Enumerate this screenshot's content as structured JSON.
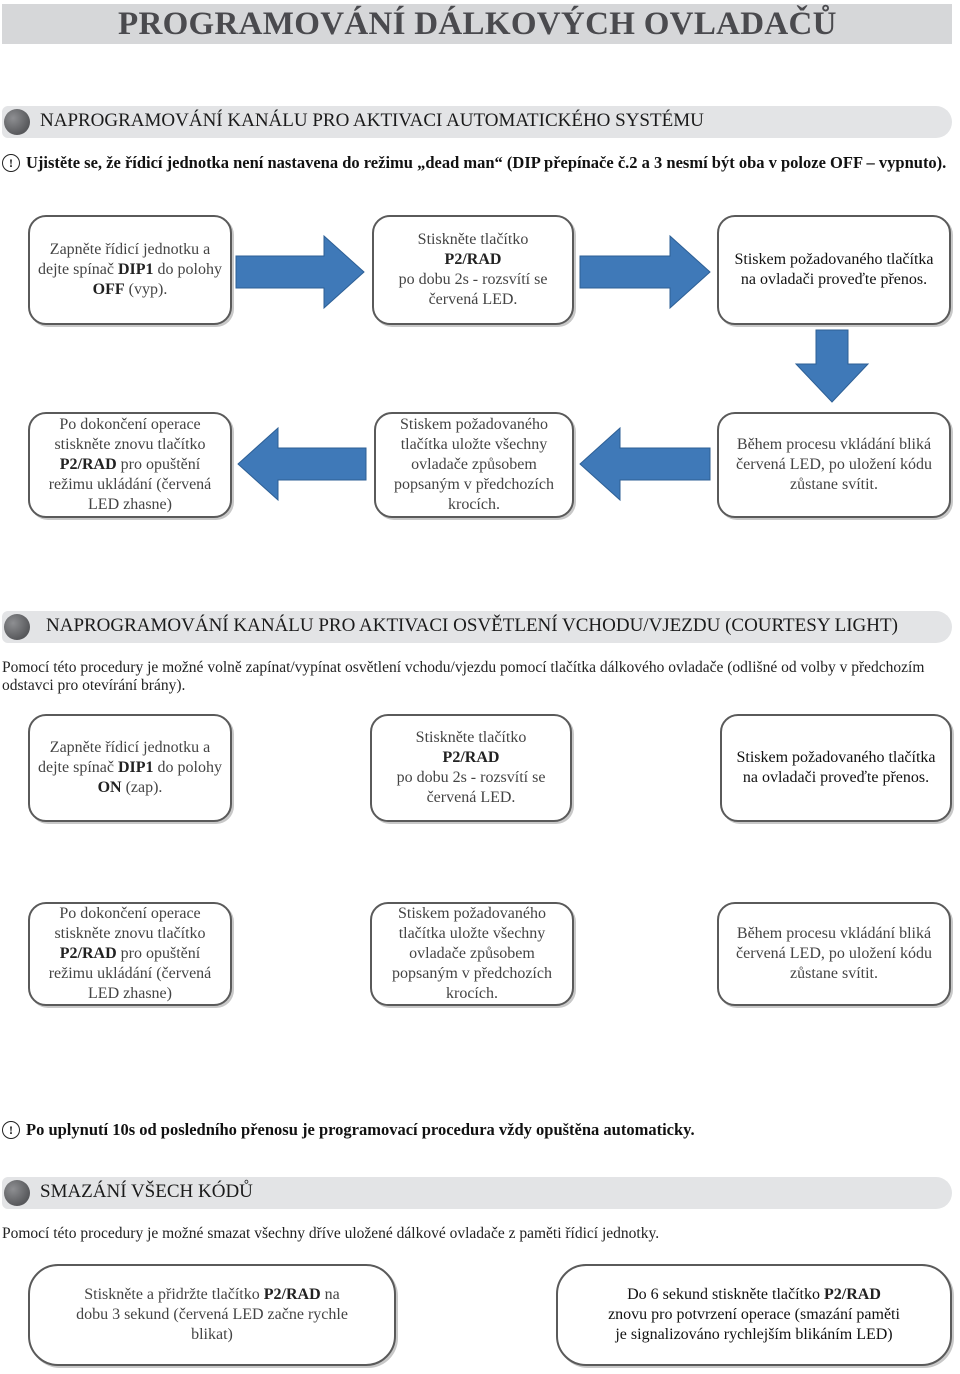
{
  "title": "PROGRAMOVÁNÍ DÁLKOVÝCH OVLADAČŮ",
  "section1": {
    "heading": "NAPROGRAMOVÁNÍ KANÁLU PRO AKTIVACI AUTOMATICKÉHO SYSTÉMU",
    "warning": "Ujistěte se, že řídicí jednotka není nastavena do režimu „dead man“ (DIP přepínače č.2 a 3 nesmí být oba v poloze OFF – vypnuto).",
    "steps": [
      {
        "pre": "Zapněte řídicí jednotku a dejte spínač ",
        "bold": "DIP1",
        "mid": " do polohy ",
        "bold2": "OFF",
        "post": " (vyp)."
      },
      {
        "pre": "Stiskněte tlačítko ",
        "bold": "P2/RAD",
        "post": " po dobu 2s - rozsvítí se červená LED."
      },
      {
        "text": "Stiskem požadovaného tlačítka na ovladači proveďte přenos."
      },
      {
        "text": "Během procesu vkládání bliká červená LED, po uložení kódu zůstane svítit."
      },
      {
        "text": "Stiskem požadovaného tlačítka uložte všechny ovladače způsobem popsaným v předchozích krocích."
      },
      {
        "pre": "Po dokončení operace stiskněte znovu tlačítko ",
        "bold": "P2/RAD",
        "post": " pro opuštění režimu ukládání (červená LED zhasne)"
      }
    ]
  },
  "section2": {
    "heading": "NAPROGRAMOVÁNÍ KANÁLU PRO AKTIVACI OSVĚTLENÍ VCHODU/VJEZDU (COURTESY LIGHT)",
    "description": "Pomocí této procedury je možné volně zapínat/vypínat osvětlení vchodu/vjezdu pomocí tlačítka dálkového ovladače (odlišné od volby v předchozím odstavci pro otevírání brány).",
    "steps": [
      {
        "pre": "Zapněte řídicí jednotku a dejte spínač ",
        "bold": "DIP1",
        "mid": " do polohy ",
        "bold2": "ON",
        "post": " (zap)."
      },
      {
        "pre": "Stiskněte tlačítko ",
        "bold": "P2/RAD",
        "post": " po dobu 2s - rozsvítí se červená LED."
      },
      {
        "text": "Stiskem požadovaného tlačítka na ovladači proveďte přenos."
      },
      {
        "text": "Během procesu vkládání bliká červená LED, po uložení kódu zůstane svítit."
      },
      {
        "text": "Stiskem požadovaného tlačítka uložte všechny ovladače způsobem popsaným v předchozích krocích."
      },
      {
        "pre": "Po dokončení operace stiskněte znovu tlačítko ",
        "bold": "P2/RAD",
        "post": " pro opuštění režimu ukládání (červená LED zhasne)"
      }
    ]
  },
  "note": "Po uplynutí 10s od posledního přenosu je programovací procedura vždy opuštěna automaticky.",
  "section3": {
    "heading": "SMAZÁNÍ VŠECH KÓDŮ",
    "description": "Pomocí této procedury je možné smazat všechny dříve uložené dálkové ovladače z paměti řídicí jednotky.",
    "steps": [
      {
        "pre": "Stiskněte a přidržte tlačítko ",
        "bold": "P2/RAD",
        "post": " na dobu 3 sekund (červená LED začne rychle blikat)"
      },
      {
        "pre": "Do 6 sekund stiskněte tlačítko ",
        "bold": "P2/RAD",
        "post": " znovu pro potvrzení operace (smazání paměti je signalizováno rychlejším blikáním LED)"
      }
    ]
  },
  "icons": {
    "warning": "exclamation-circle-icon",
    "bullet": "section-bullet-icon",
    "arrow_color": "#3f79b8"
  }
}
